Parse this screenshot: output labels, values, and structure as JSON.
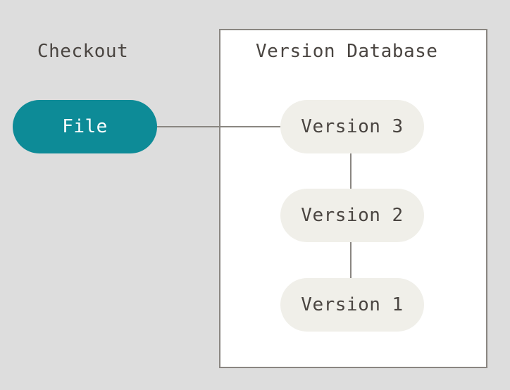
{
  "checkout": {
    "label": "Checkout",
    "file_label": "File"
  },
  "database": {
    "title": "Version Database",
    "versions": [
      "Version 3",
      "Version 2",
      "Version 1"
    ]
  },
  "colors": {
    "background": "#dddddd",
    "file_pill": "#0d8b97",
    "version_pill": "#f0efe9",
    "line": "#8a8681",
    "text": "#4a4541"
  }
}
